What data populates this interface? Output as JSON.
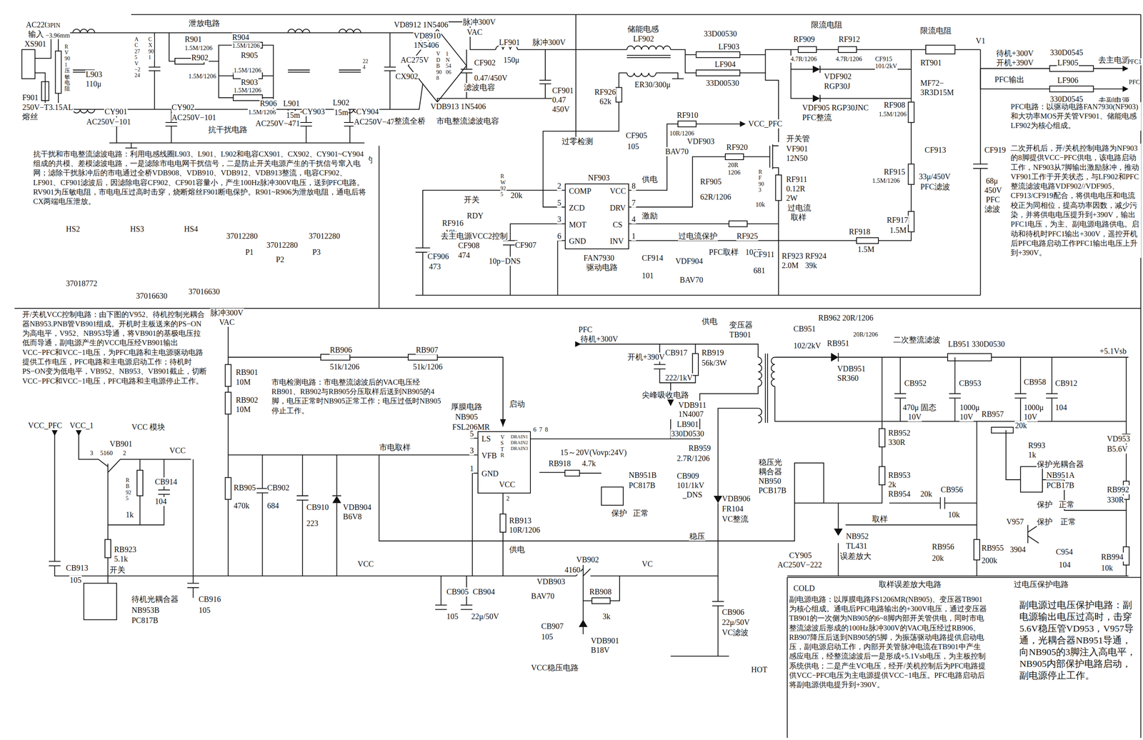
{
  "diagram": {
    "nodes": [
      {
        "text": [
          "COMP",
          "ZCD",
          "MOT",
          "GND",
          "VCC",
          "DRV",
          "CS",
          "INV"
        ]
      },
      {
        "text": [
          "LS",
          "VFB",
          "GND",
          "VSTR",
          "DRAIN1",
          "DRAIN2",
          "DRAIN3",
          "VCC"
        ]
      }
    ],
    "labels": [
      "AC220V",
      "输入",
      "XS901",
      "3PIN",
      "−3.96mm",
      "RV901压敏电阻",
      "L903",
      "110μ",
      "F901",
      "250V−T3.15AL",
      "熔丝",
      "CY901",
      "AC250V−101",
      "泄放电路",
      "AC275V−224",
      "CX901",
      "R901",
      "1.5M/1206",
      "R904",
      "1.5M/1206",
      "R902",
      "R905",
      "1.5M/1206",
      "1.5M/1206",
      "R903",
      "1.5M/1206",
      "R906",
      "1.5M/1206",
      "L901",
      "15m",
      "CY902",
      "AC250V−101",
      "CY903",
      "AC250V−471",
      "抗干扰电路",
      "L902",
      "15m",
      "CY904",
      "AC250V−471",
      "224",
      "VD8912 1N5406",
      "VD8910",
      "1N5406",
      "AC275V",
      "CX902",
      "VDB908",
      "1N5406",
      "VDB913 1N5406",
      "整流全桥",
      "脉冲300V",
      "VAC",
      "CF902",
      "0.47/450V",
      "滤波电容",
      "LF901",
      "150μ",
      "脉冲300V",
      "CF901",
      "0.47",
      "450V",
      "市电整流滤波电容",
      "的",
      "抗干扰和市电整流滤波电路：利用电感线圈L903、L901、L902和电容CX901、CX902、CY901~CY904组成的共模、差模滤波电路，一是滤除市电电网干扰信号，二是防止开关电源产生的干扰信号窜入电网；滤除干扰脉冲后的市电通过全桥VDB908、VDB910、VDB912、VDB913整流，电容CF902、LF901、CF901滤波后，因滤除电容CF902、CF901容量小，产生100Hz脉冲300V电压，送到PFC电路。RV901为压敏电阻，市电电压过高时击穿，烧断熔丝F901断电保护。R901~R906为泄放电阻，通电后将CX两端电压泄放。",
      "HS2",
      "HS3",
      "HS4",
      "37012280",
      "37012280",
      "37012280",
      "P1",
      "P2",
      "P3",
      "37018772",
      "37016630",
      "37016630",
      "储能电感",
      "LF902",
      "ER30/300μ",
      "33D00530",
      "LF903",
      "LF904",
      "33D00530",
      "限流电阻",
      "RF909",
      "RF912",
      "4.7R/1206",
      "4.7R/1206",
      "VDF902",
      "RGP30J",
      "CF915",
      "101/2kV",
      "VDF905 RGP30JNC",
      "PFC整流",
      "限流电阻",
      "V1",
      "RT901",
      "MF72−",
      "3R3D15M",
      "RF908",
      "1.5M/1206",
      "待机+300V",
      "开机+390V",
      "PFC输出",
      "330D0545",
      "LF905",
      "LF906",
      "330D0545",
      "去主电源",
      "PFC1",
      "去副电源",
      "PFC",
      "PFC电路：以驱动电路FAN7930(NF903)和大功率MOS开关管VF901、储能电感LF902为核心组成。",
      "二次开机后，开/关机控制电路为NF903的8脚提供VCC−PFC供电，该电路启动工作，NF903从7脚输出激励脉冲，推动VF901工作于开关状态，与LF902和PFC整流滤波电路VDF902//VDF905、CF913/CF919配合，将供电电压和电流校正为同相位，提高功率因数，减少污染，并将供电电压提升到+390V，输出PFC1电压，为主、副电源电路供电。启动和待机时PFC1输出+300V，遥控开机后PFC电路启动工作PFC1输出电压上升到+390V。",
      "RF926",
      "62k",
      "过零检测",
      "RF910",
      "10R/1206",
      "VCC_PFC",
      "CF905",
      "105",
      "VDF903",
      "RF920",
      "20R",
      "1206",
      "RF905",
      "62R/1206",
      "BAV70",
      "开关管",
      "VF901",
      "12N50",
      "RF903",
      "10k",
      "RF911",
      "0.12R",
      "2W",
      "过电流",
      "取样",
      "CF913",
      "33μ/450V",
      "PFC滤波",
      "CF919",
      "68μ",
      "450V",
      "PFC",
      "滤波",
      "RF915",
      "1.5M/1206",
      "RF917",
      "1.5M",
      "NF903",
      "FAN7930",
      "驱动电路",
      "2",
      "5",
      "3",
      "6",
      "8",
      "7",
      "4",
      "1",
      "供电",
      "激励",
      "过电流保护",
      "RF925",
      "PFC取样",
      "100R",
      "开关",
      "RDY",
      "RF916",
      "10k",
      "RW925",
      "20k",
      "去主电源VCC2控制",
      "CF908",
      "474",
      "CF907",
      "10p−DNS",
      "CF906",
      "473",
      "CF914",
      "101",
      "VDF904",
      "BAV70",
      "CF911",
      "681",
      "RF923",
      "2.0M",
      "RF924",
      "39k",
      "RF918",
      "1.5M",
      "开/关机VCC控制电路：由下图的V952、待机控制光耦合器NB953.PNB管VB901组成。开机时主板送来的PS−ON为高电平，V952、NB953导通，将VB901的基极电压拉低而导通，副电源产生的VCC电压经VB901输出VCC−PFC和VCC−1电压，为PFC电路和主电源驱动电路提供工作电压，PFC电路和主电源启动工作；待机时PS−ON变为低电平，VB952、NB953、VB901截止，切断VCC−PFC和VCC−1电压，PFC电路和主电源停止工作。",
      "VCC_PFC",
      "VCC_1",
      "VCC 模块",
      "VCC",
      "VB901",
      "3",
      "5160",
      "2",
      "RB925",
      "1k",
      "CB914",
      "104",
      "RB923",
      "5.1k",
      "开关",
      "CB913",
      "105",
      "待机光耦合器",
      "NB953B",
      "PC817B",
      "CB916",
      "105",
      "VCC",
      "脉冲300V",
      "VAC",
      "RB901",
      "10M",
      "RB902",
      "10M",
      "RB905",
      "470k",
      "CB902",
      "684",
      "RB906",
      "51k/1206",
      "RB907",
      "51k/1206",
      "市电检测电路：市电整流滤波后的VAC电压经RB901、RB902与RB905分压取样后送到NB905的4脚，电压正常时NB905正常工作；电压过低时NB905停止工作。",
      "启动",
      "厚膜电路",
      "NB905",
      "FSL206MR",
      "市电取样",
      "5",
      "3",
      "1",
      "6",
      "7",
      "8",
      "2",
      "CB910",
      "223",
      "VDB904",
      "B6V8",
      "15～20V(Vovp:24V)",
      "RB918",
      "4.7k",
      "NB951B",
      "PC817B",
      "保护",
      "正常",
      "RB913",
      "10R/1206",
      "供电",
      "VB902",
      "4160",
      "VDB903",
      "BAV70",
      "RB908",
      "3k",
      "CB907",
      "105",
      "VDB901",
      "B18V",
      "VC",
      "CB905",
      "105",
      "CB904",
      "22μ/50V",
      "VCC稳压电路",
      "PFC",
      "待机+300V",
      "开机+390V",
      "供电",
      "CB917",
      "222/1kV",
      "RB919",
      "56k/3W",
      "尖峰吸收电路",
      "VDB911",
      "1N4007",
      "变压器",
      "TB901",
      "LB901",
      "330D0530",
      "RB959",
      "2.7R/1206",
      "CB909",
      "101/1kV",
      "_DNS",
      "VDB906",
      "FR104",
      "VC整流",
      "稳压",
      "CB906",
      "22μ/50V",
      "VC滤波",
      "稳压光",
      "耦合器",
      "NB950",
      "PCB17B",
      "CB951",
      "102/2kV",
      "RB962 20R/1206",
      "RB951",
      "20R/1206",
      "VDB951",
      "SR360",
      "二次整流滤波",
      "LB951 330D0530",
      "+5.1Vsb",
      "CB952",
      "470μ 固态",
      "10V",
      "CB953",
      "1000μ",
      "10V",
      "CB958",
      "1000μ",
      "10V",
      "CB912",
      "104",
      "RB952",
      "330R",
      "RB953",
      "2k",
      "RB954",
      "20k",
      "CB956",
      "10k",
      "RB957",
      "20k",
      "R993",
      "1k",
      "保护光耦合器",
      "NB951A",
      "PCB17B",
      "VD953",
      "B5.6V",
      "RB992",
      "330R",
      "保护",
      "正常",
      "V957",
      "保护",
      "正常",
      "3904",
      "C954",
      "104",
      "RB994",
      "10k",
      "RB955",
      "200k",
      "RB956",
      "20k",
      "取样",
      "NB952",
      "TL431",
      "误差放大",
      "CY905",
      "AC250V−222",
      "COLD",
      "HOT",
      "取样误差放大电路",
      "过电压保护电路",
      "副电源电路：以厚膜电路FS1206MR(NB905)、变压器TB901为核心组成。通电后PFC电路输出的+300V电压，通过变压器TB901的一次侧为NB905的6~8脚内部开关管供电，同时市电整流滤波后形成的100Hz脉冲300V的VAC电压经过RB906、RB907降压后送到NB905的5脚，为振荡驱动电路提供启动电压，副电源启动工作，内部开关管脉冲电流在TB901中产生感应电压，经整流滤波后一是形成+5.1Vsb电压，为主板控制系统供电；二是产生VC电压，经开/关机控制后为PFC电路提供VCC−PFC电压为主电源提供VCC−1电压。PFC电路启动后将副电源供电提升到+390V。",
      "副电源过电压保护电路：副电源输出电压过高时，击穿5.6V稳压管VD953，V957导通，光耦合器NB951导通，向NB905的3脚注入高电平，NB905内部保护电路启动，副电源停止工作。"
    ]
  }
}
